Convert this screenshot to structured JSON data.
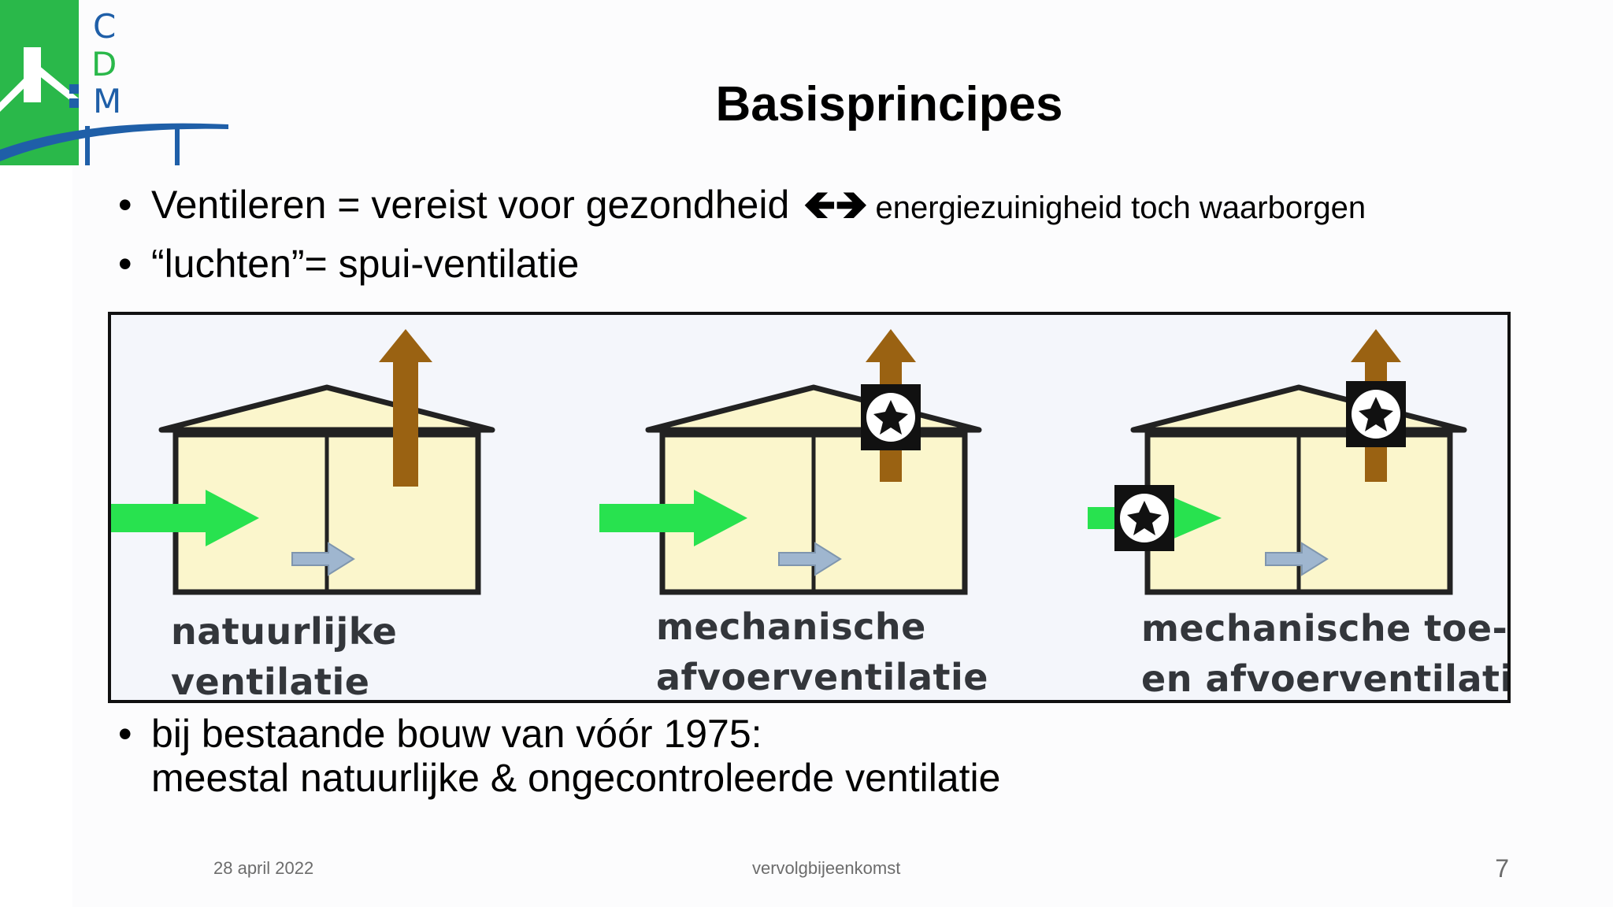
{
  "logo": {
    "line1": "C",
    "line2": "D",
    "line3": "M"
  },
  "title": "Basisprincipes",
  "bullets": {
    "b1": {
      "main": "Ventileren = vereist voor gezondheid",
      "arrows": "🡸🡺",
      "sub": "energiezuinigheid toch waarborgen"
    },
    "b2": "“luchten”= spui-ventilatie",
    "b3": {
      "line1": "bij bestaande bouw van vóór 1975:",
      "line2": "meestal natuurlijke & ongecontroleerde ventilatie"
    }
  },
  "figure": {
    "panels": [
      {
        "line1": "natuurlijke",
        "line2": "ventilatie"
      },
      {
        "line1": "mechanische",
        "line2": "afvoerventilatie"
      },
      {
        "line1": "mechanische toe-",
        "line2": "en afvoerventilatie"
      }
    ]
  },
  "footer": {
    "date": "28 april 2022",
    "center": "vervolgbijeenkomst",
    "page": "7"
  },
  "colors": {
    "green": "#2ab84a",
    "blue": "#1f5fa8",
    "brown": "#9a6212",
    "wall": "#fbf6cc",
    "supply_arrow": "#28e24f",
    "inner_arrow": "#9fb6cf"
  }
}
